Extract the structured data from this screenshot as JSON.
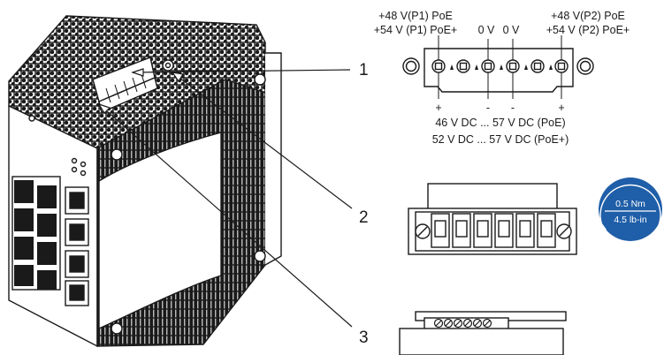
{
  "voltage_labels": {
    "p1_poe": "+48 V(P1) PoE",
    "p1_poe_plus": "+54 V (P1) PoE+",
    "zero_1": "0 V",
    "zero_2": "0 V",
    "p2_poe": "+48 V(P2) PoE",
    "p2_poe_plus": "+54 V (P2) PoE+"
  },
  "polarity_marks": [
    "+",
    "-",
    "-",
    "+"
  ],
  "range_labels": {
    "poe": "46 V DC ... 57 V DC (PoE)",
    "poe_plus": "52 V DC ... 57 V DC (PoE+)"
  },
  "callouts": [
    "1",
    "2",
    "3"
  ],
  "torque": {
    "metric": "0.5 Nm",
    "imperial": "4.5 lb-in",
    "badge_color": "#1f5ea8"
  },
  "colors": {
    "line": "#1a1a1a",
    "background": "#ffffff"
  }
}
